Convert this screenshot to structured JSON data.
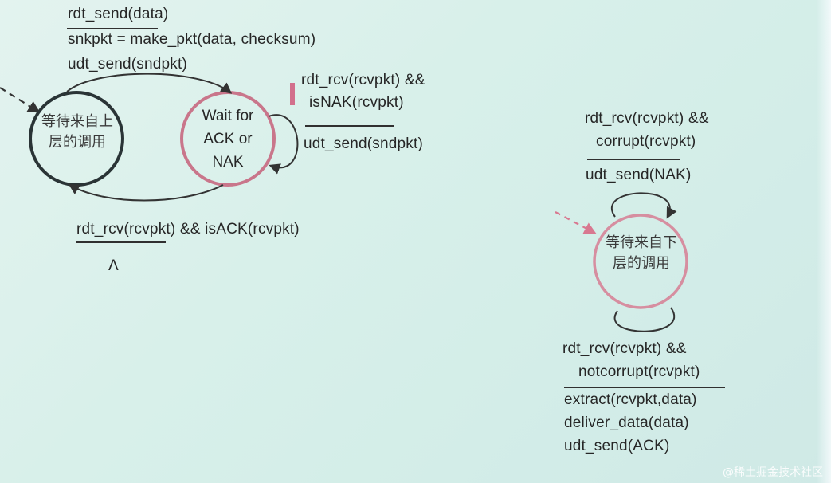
{
  "sender": {
    "state_wait_above": "等待来自上层的调用",
    "state_wait_above_line1": "等待来自上",
    "state_wait_above_line2": "层的调用",
    "state_wait_ack_line1": "Wait for",
    "state_wait_ack_line2": "ACK or",
    "state_wait_ack_line3": "NAK",
    "t_send_event": "rdt_send(data)",
    "t_send_action1": "snkpkt = make_pkt(data, checksum)",
    "t_send_action2": "udt_send(sndpkt)",
    "t_nak_event1": "rdt_rcv(rcvpkt) &&",
    "t_nak_event2": "isNAK(rcvpkt)",
    "t_nak_action": "udt_send(sndpkt)",
    "t_ack_event": "rdt_rcv(rcvpkt) && isACK(rcvpkt)",
    "t_ack_action": "Λ"
  },
  "receiver": {
    "state_line1": "等待来自下",
    "state_line2": "层的调用",
    "t_corrupt_event1": "rdt_rcv(rcvpkt) &&",
    "t_corrupt_event2": "corrupt(rcvpkt)",
    "t_corrupt_action": "udt_send(NAK)",
    "t_ok_event1": "rdt_rcv(rcvpkt) &&",
    "t_ok_event2": "notcorrupt(rcvpkt)",
    "t_ok_action1": "extract(rcvpkt,data)",
    "t_ok_action2": "deliver_data(data)",
    "t_ok_action3": "udt_send(ACK)"
  },
  "watermark": "@稀土掘金技术社区",
  "colors": {
    "sender_state_border": "#2a3436",
    "pink_state_border": "#c9768b",
    "arrow": "#333333",
    "pink_arrow": "#d87890"
  }
}
